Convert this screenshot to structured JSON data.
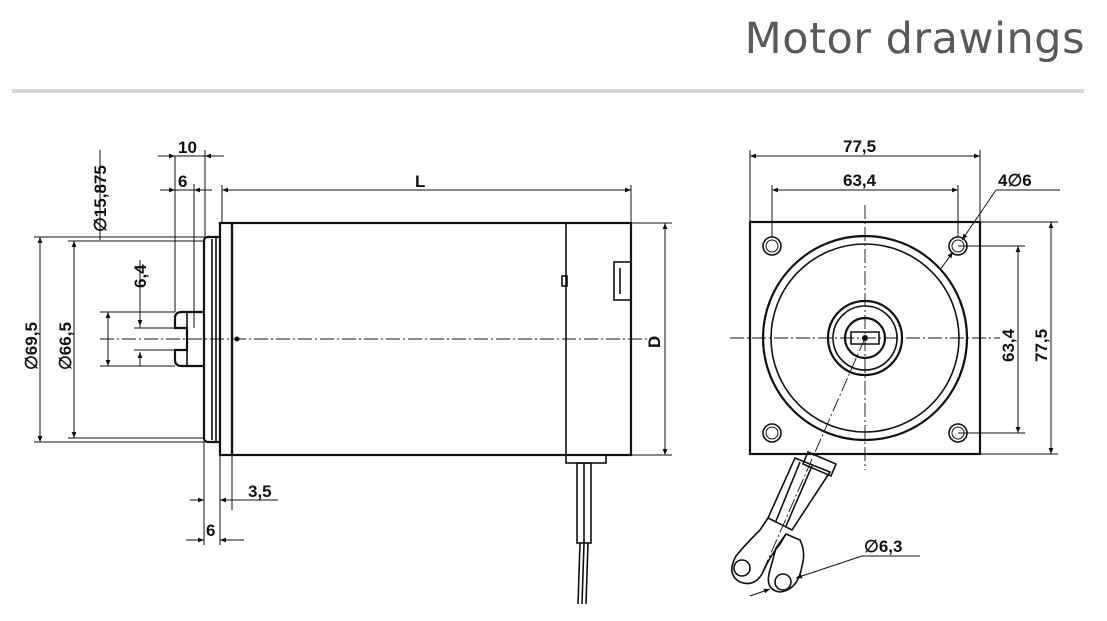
{
  "header": {
    "title": "Motor drawings"
  },
  "side_view": {
    "dims": {
      "flange_width": "10",
      "key_width": "6",
      "length": "L",
      "shaft_diameter": "15,875",
      "key_height": "6,4",
      "diameter_outer": "69,5",
      "diameter_inner": "66,5",
      "body_diameter": "D",
      "pilot_depth": "3,5",
      "flange_thickness": "6"
    }
  },
  "front_view": {
    "dims": {
      "overall_width": "77,5",
      "hole_spacing_h": "63,4",
      "mounting_holes": "4",
      "hole_diameter": "6",
      "hole_spacing_v": "63,4",
      "overall_height": "77,5",
      "terminal_diameter": "6,3"
    }
  },
  "symbols": {
    "diameter": "∅"
  }
}
